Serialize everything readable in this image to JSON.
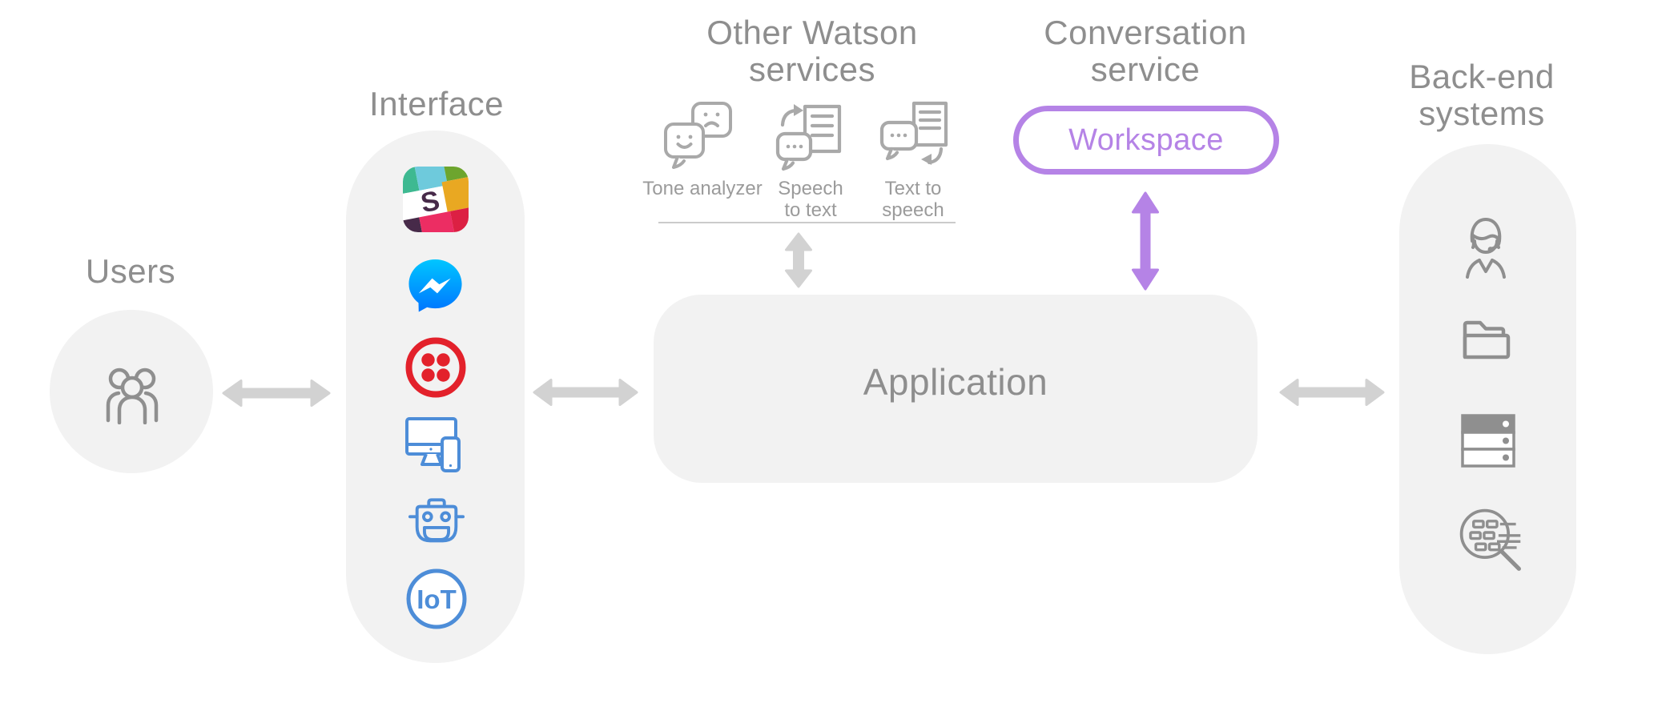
{
  "colors": {
    "background": "#ffffff",
    "panel_gray": "#f2f2f2",
    "label_gray": "#8e8e8e",
    "small_label_gray": "#9b9b9b",
    "arrow_gray": "#d2d2d2",
    "icon_gray": "#8f8f8f",
    "watson_icon_gray": "#a9a9a9",
    "purple_accent": "#b583e6",
    "blue_accent": "#4d8dd8",
    "twilio_red": "#e3212b",
    "messenger_blue_top": "#00c6ff",
    "messenger_blue_bottom": "#0075ff",
    "slack_teal": "#3eb991",
    "slack_skyblue": "#6ecadc",
    "slack_green": "#6da52e",
    "slack_yellow": "#e9a822",
    "slack_red": "#dc2043",
    "slack_pink": "#ec2d63",
    "slack_darkpurple": "#472a49"
  },
  "users": {
    "label": "Users",
    "icon": "people-group-icon"
  },
  "interface": {
    "label": "Interface",
    "slack_letter": "S",
    "iot_label": "IoT",
    "icons": [
      "slack-icon",
      "messenger-icon",
      "twilio-icon",
      "desktop-and-phone-icon",
      "chatbot-icon",
      "iot-icon"
    ]
  },
  "watson": {
    "title_line1": "Other Watson",
    "title_line2": "services",
    "services": [
      {
        "line1": "Tone analyzer",
        "line2": "",
        "icon": "tone-analyzer-icon"
      },
      {
        "line1": "Speech",
        "line2": "to text",
        "icon": "speech-to-text-icon"
      },
      {
        "line1": "Text to",
        "line2": "speech",
        "icon": "text-to-speech-icon"
      }
    ]
  },
  "conversation": {
    "title_line1": "Conversation",
    "title_line2": "service",
    "workspace_label": "Workspace"
  },
  "application": {
    "label": "Application"
  },
  "backend": {
    "title_line1": "Back-end",
    "title_line2": "systems",
    "icons": [
      "support-agent-icon",
      "folder-icon",
      "server-icon",
      "data-search-icon"
    ]
  }
}
